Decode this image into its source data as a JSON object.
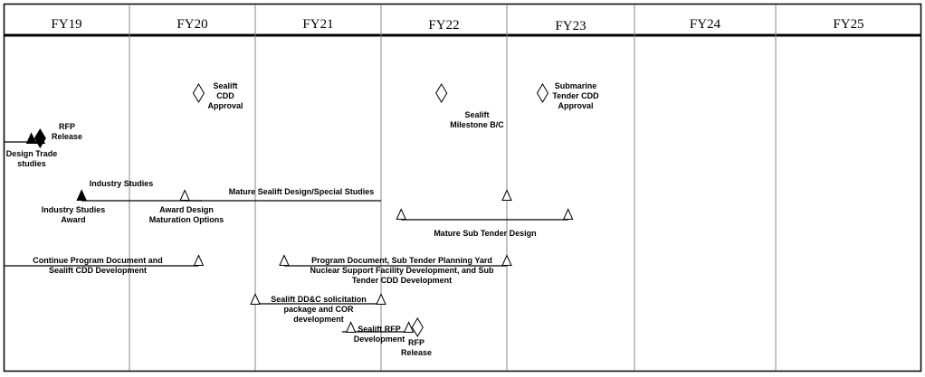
{
  "fiscal_years": [
    "FY19",
    "FY20",
    "FY21",
    "FY22",
    "FY23",
    "FY24",
    "FY25"
  ],
  "bars": [
    {
      "from": 2019.0,
      "to": 2019.29
    },
    {
      "from": 2019.62,
      "to": 2020.58
    },
    {
      "from": 2020.44,
      "to": 2022.0
    },
    {
      "from": 2019.0,
      "to": 2020.55
    },
    {
      "from": 2021.23,
      "to": 2023.0
    },
    {
      "from": 2022.16,
      "to": 2023.48
    },
    {
      "from": 2021.0,
      "to": 2022.0
    },
    {
      "from": 2021.69,
      "to": 2022.22
    }
  ],
  "milestones": [
    {
      "t": 2019.22,
      "row": "r1",
      "shape": "triangle",
      "filled": true
    },
    {
      "t": 2019.29,
      "row": "r1",
      "shape": "triangle",
      "filled": true
    },
    {
      "t": 2019.29,
      "row": "r1",
      "shape": "diamond",
      "filled": true
    },
    {
      "t": 2020.55,
      "row": "top",
      "shape": "diamond",
      "filled": false
    },
    {
      "t": 2022.48,
      "row": "top",
      "shape": "diamond",
      "filled": false
    },
    {
      "t": 2023.28,
      "row": "top",
      "shape": "diamond",
      "filled": false
    },
    {
      "t": 2019.62,
      "row": "r2",
      "shape": "triangle",
      "filled": true
    },
    {
      "t": 2020.44,
      "row": "r2",
      "shape": "triangle",
      "filled": false
    },
    {
      "t": 2023.0,
      "row": "r2",
      "shape": "triangle",
      "filled": false
    },
    {
      "t": 2022.16,
      "row": "r3",
      "shape": "triangle",
      "filled": false
    },
    {
      "t": 2023.48,
      "row": "r3",
      "shape": "triangle",
      "filled": false
    },
    {
      "t": 2020.55,
      "row": "r4",
      "shape": "triangle",
      "filled": false
    },
    {
      "t": 2021.23,
      "row": "r4",
      "shape": "triangle",
      "filled": false
    },
    {
      "t": 2023.0,
      "row": "r4",
      "shape": "triangle",
      "filled": false
    },
    {
      "t": 2021.0,
      "row": "r5",
      "shape": "triangle",
      "filled": false
    },
    {
      "t": 2022.0,
      "row": "r5",
      "shape": "triangle",
      "filled": false
    },
    {
      "t": 2021.76,
      "row": "r6",
      "shape": "triangle",
      "filled": false
    },
    {
      "t": 2022.22,
      "row": "r6",
      "shape": "triangle",
      "filled": false
    },
    {
      "t": 2022.29,
      "row": "r6",
      "shape": "diamond",
      "filled": false
    }
  ],
  "labels": {
    "rfp_release": [
      "RFP",
      "Release"
    ],
    "design_trade_studies": [
      "Design Trade",
      "studies"
    ],
    "sealift_cdd_approval": [
      "Sealift",
      "CDD",
      "Approval"
    ],
    "sealift_milestone": [
      "Sealift",
      "Milestone B/C"
    ],
    "sub_tender_cdd_approval": [
      "Submarine",
      "Tender CDD",
      "Approval"
    ],
    "industry_studies": [
      "Industry Studies"
    ],
    "industry_studies_award": [
      "Industry Studies",
      "Award"
    ],
    "award_design_maturation": [
      "Award Design",
      "Maturation Options"
    ],
    "mature_sealift_design": [
      "Mature Sealift Design/Special Studies"
    ],
    "mature_sub_tender_design": [
      "Mature Sub Tender Design"
    ],
    "continue_program_document": [
      "Continue Program Document and",
      "Sealift CDD Development"
    ],
    "program_document_sub_tender": [
      "Program Document, Sub Tender Planning Yard",
      "Nuclear Support Facility Development, and Sub",
      "Tender CDD Development"
    ],
    "sealift_ddc_solicitation": [
      "Sealift DD&C solicitation",
      "package and COR",
      "development"
    ],
    "sealift_rfp_development": [
      "Sealift RFP",
      "Development"
    ],
    "rfp_release_final": [
      "RFP",
      "Release"
    ]
  }
}
